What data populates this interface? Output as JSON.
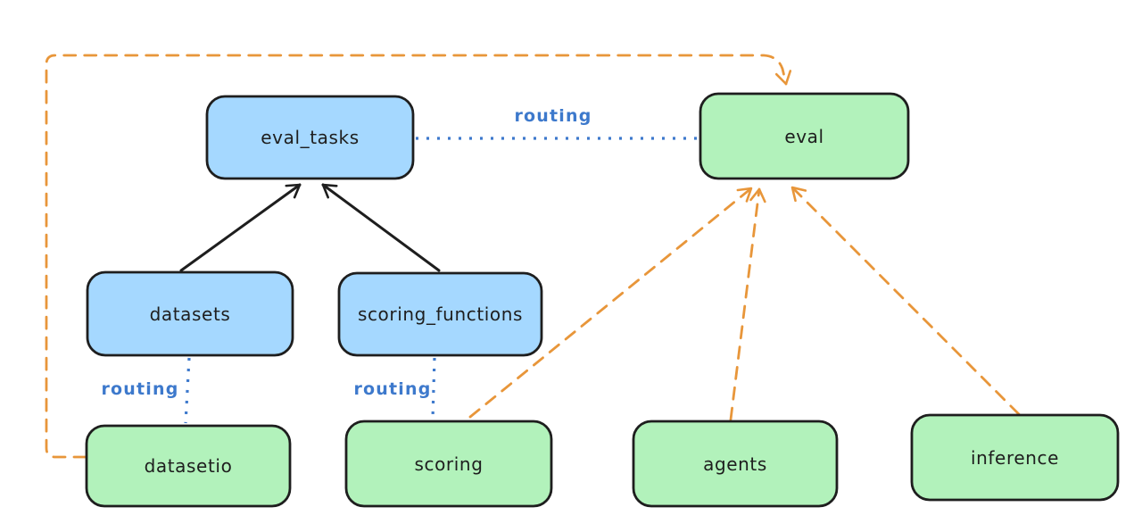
{
  "colors": {
    "background": "#ffffff",
    "blue_fill": "#a5d8ff",
    "green_fill": "#b2f2bb",
    "node_stroke": "#1e1e1e",
    "text": "#1e1e1e",
    "orange": "#e8963a",
    "routing_blue": "#3d79cc"
  },
  "nodes": {
    "eval_tasks": {
      "label": "eval_tasks",
      "color": "#a5d8ff"
    },
    "eval": {
      "label": "eval",
      "color": "#b2f2bb"
    },
    "datasets": {
      "label": "datasets",
      "color": "#a5d8ff"
    },
    "scoring_functions": {
      "label": "scoring_functions",
      "color": "#a5d8ff"
    },
    "datasetio": {
      "label": "datasetio",
      "color": "#b2f2bb"
    },
    "scoring": {
      "label": "scoring",
      "color": "#b2f2bb"
    },
    "agents": {
      "label": "agents",
      "color": "#b2f2bb"
    },
    "inference": {
      "label": "inference",
      "color": "#b2f2bb"
    }
  },
  "edge_labels": {
    "eval_tasks_to_eval": "routing",
    "datasets_to_datasetio": "routing",
    "scoring_functions_to_scoring": "routing"
  }
}
